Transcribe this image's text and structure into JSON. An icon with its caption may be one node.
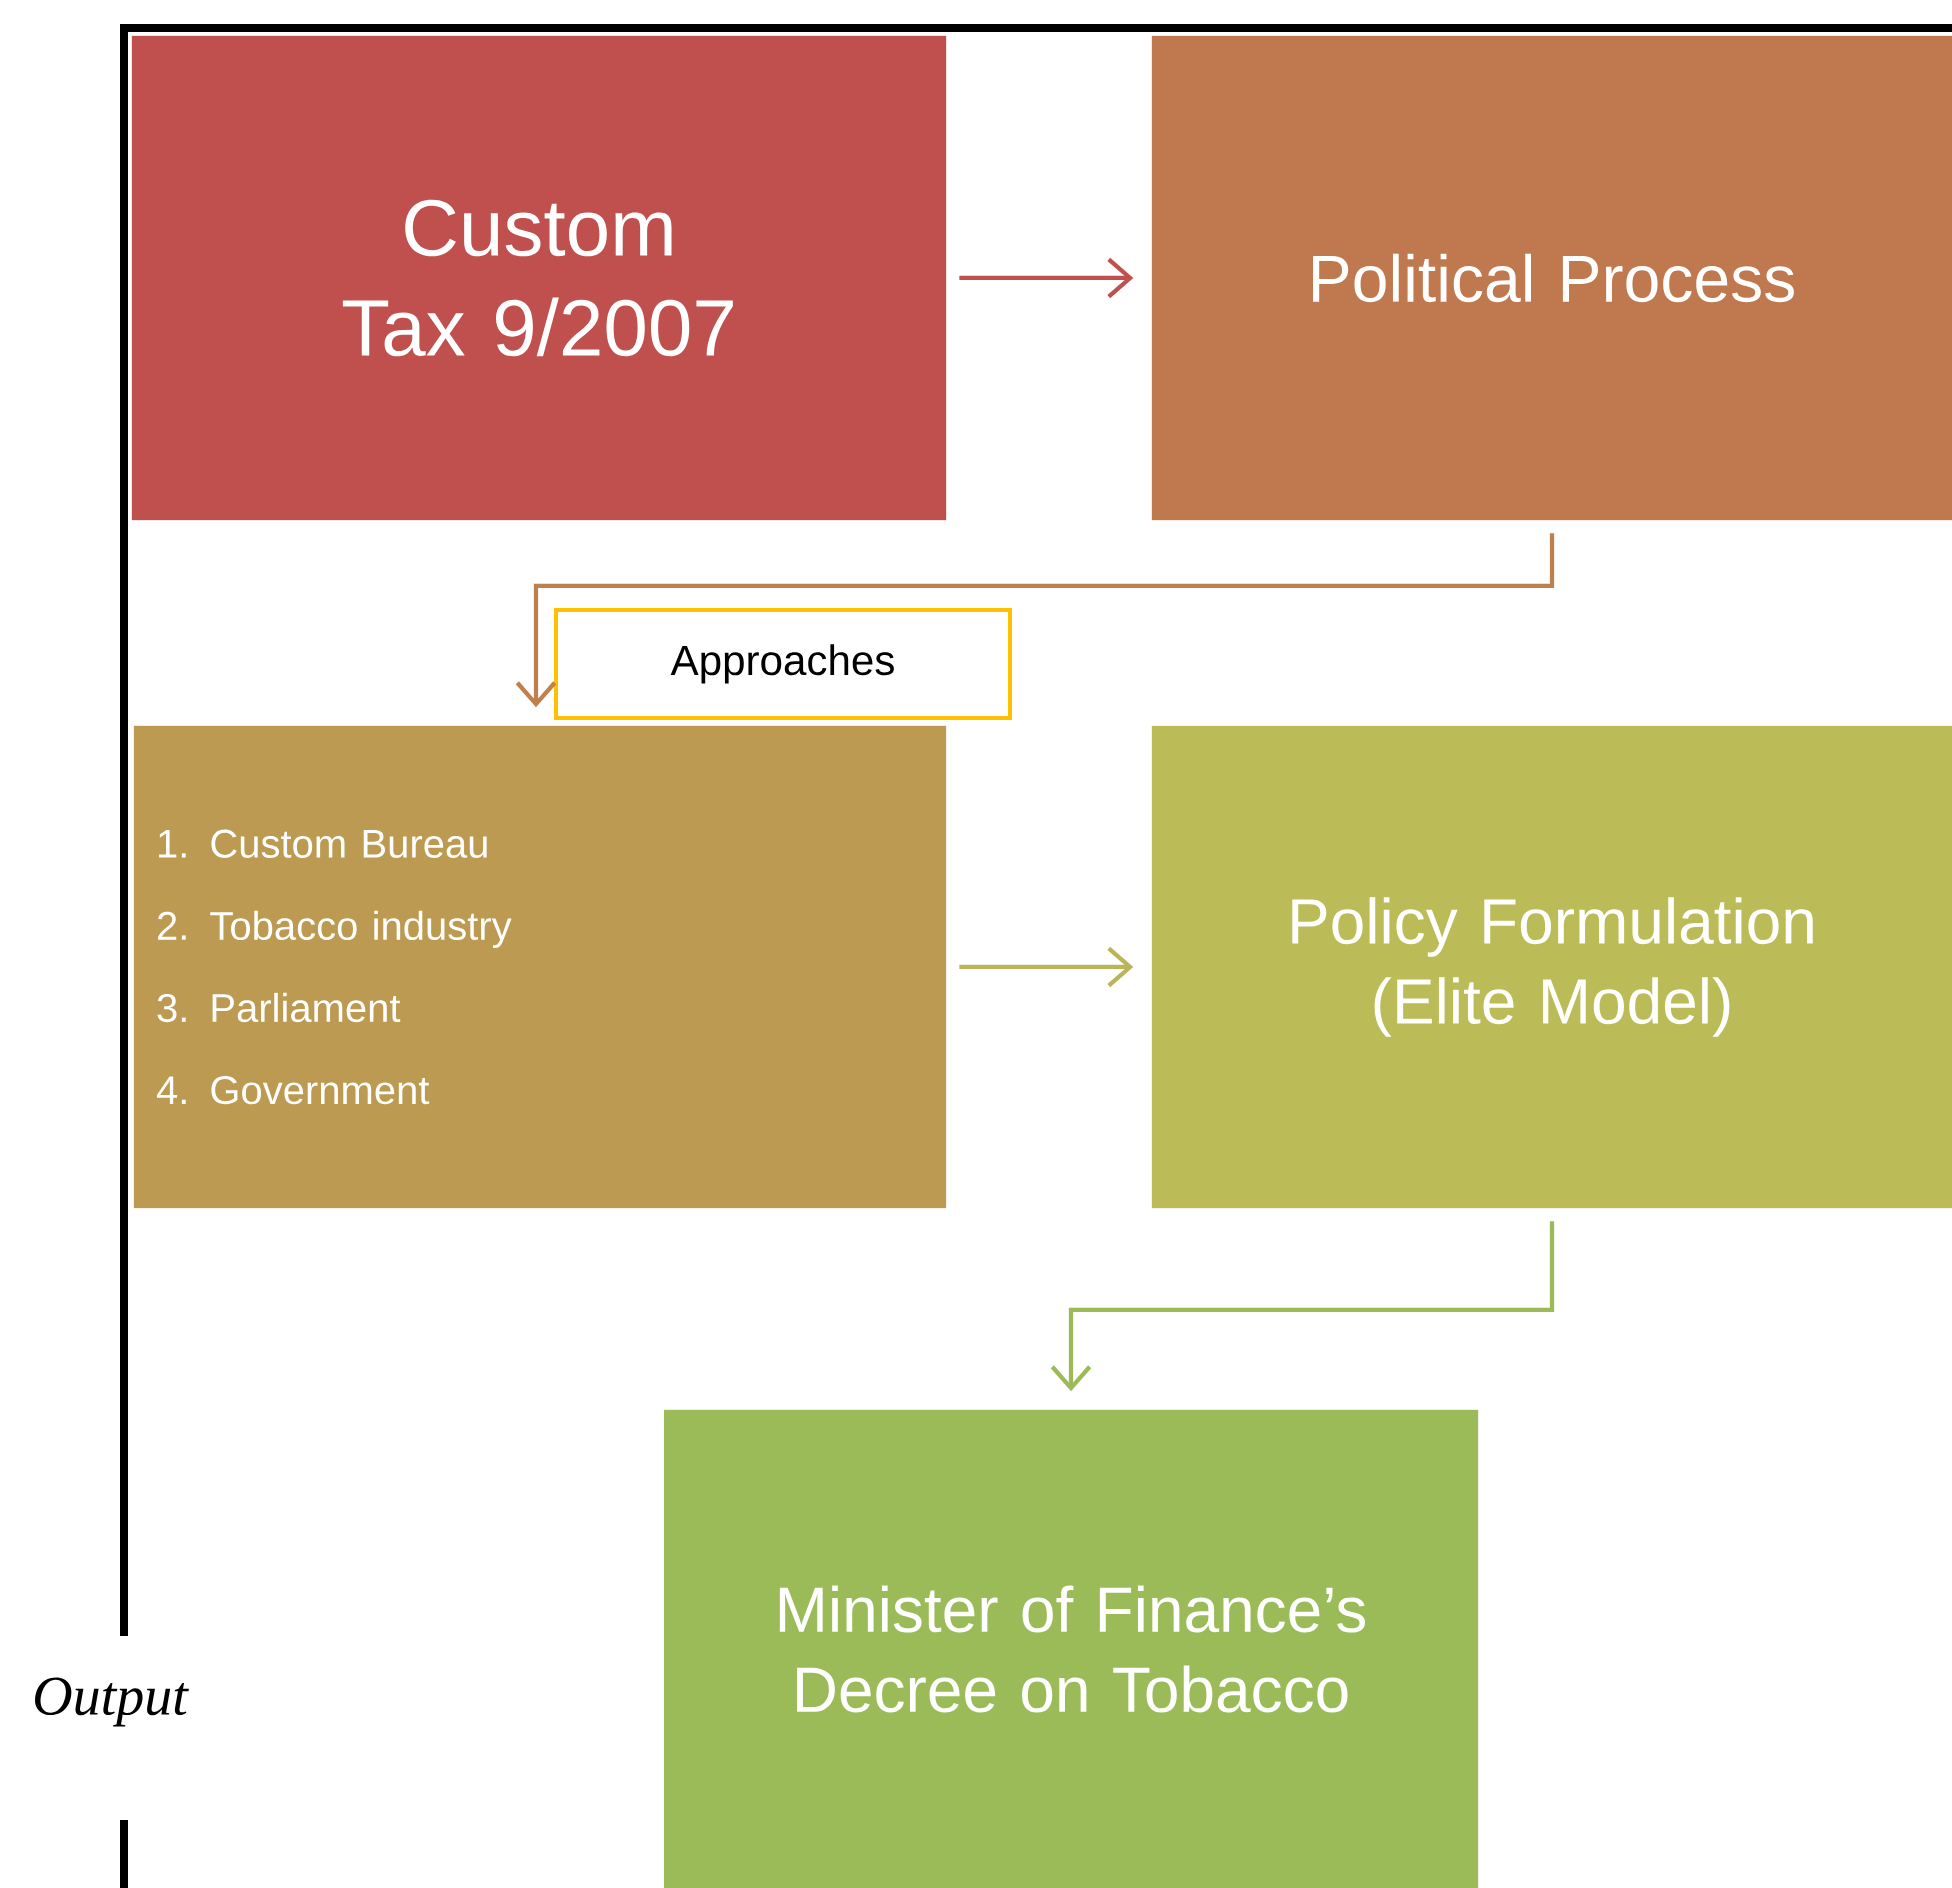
{
  "diagram": {
    "nodes": [
      {
        "text": [
          "Custom Tax 9/2007"
        ]
      },
      {
        "text": [
          "Political Process"
        ]
      },
      {
        "text": [
          "Approaches"
        ]
      },
      {
        "text": [
          "1. Custom Bureau",
          "2. Tobacco industry",
          "3. Parliament",
          "4. Government"
        ]
      },
      {
        "text": [
          "Policy Formulation (Elite Model)"
        ]
      },
      {
        "text": [
          "Minister of Finance’s Decree on Tobacco"
        ]
      }
    ],
    "edges": [
      {
        "from": 0,
        "to": 1,
        "arrow": "to",
        "color": "#c0504d"
      },
      {
        "from": 1,
        "to": 3,
        "arrow": "to",
        "color": "#c0804d"
      },
      {
        "from": 3,
        "to": 4,
        "arrow": "to",
        "color": "#bbb55a"
      },
      {
        "from": 4,
        "to": 5,
        "arrow": "to",
        "color": "#9bbb59"
      }
    ],
    "labels": [
      "Output"
    ]
  }
}
